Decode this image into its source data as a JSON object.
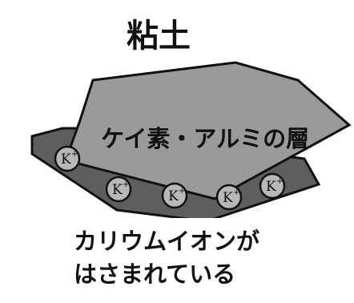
{
  "title": "粘土",
  "layer_label": "ケイ素・アルミの層",
  "ion": {
    "symbol": "K",
    "charge": "+"
  },
  "caption": {
    "line1": "カリウムイオンが",
    "line2": "はさまれている"
  },
  "colors": {
    "upper_layer_fill": "#9a9a9a",
    "lower_layer_fill": "#5e5e5e",
    "ion_fill": "#b8b8b8",
    "outline": "#111111",
    "caption_bg": "#ffffff"
  }
}
